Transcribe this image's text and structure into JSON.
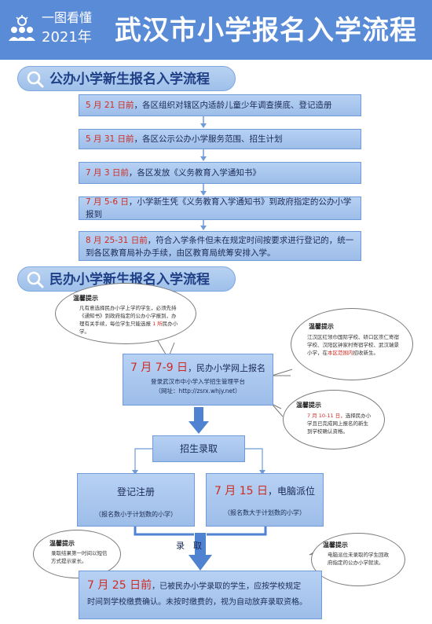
{
  "header": {
    "small": "一图看懂",
    "year": "2021年",
    "title": "武汉市小学报名入学流程",
    "icon": "people-group-icon"
  },
  "public": {
    "section_title": "公办小学新生报名入学流程",
    "steps": [
      {
        "date": "5 月 21 日前",
        "text": "，各区组织对辖区内适龄儿童少年调查摸底、登记造册"
      },
      {
        "date": "5 月 31 日前",
        "text": "，各区公示公办小学服务范围、招生计划"
      },
      {
        "date": "7 月 3 日前",
        "text": "，各区发放《义务教育入学通知书》"
      },
      {
        "date": "7 月 5-6 日",
        "text": "，小学新生凭《义务教育入学通知书》到政府指定的公办小学报到"
      },
      {
        "date": "8 月 25-31 日前",
        "text": "，符合入学条件但未在规定时间按要求进行登记的，统一到各区教育局补办手续，由区教育局统筹安排入学。"
      }
    ]
  },
  "private": {
    "section_title": "民办小学新生报名入学流程",
    "tip1": {
      "title": "温馨提示",
      "text_a": "凡有意选择民办小学上学的学生，必须先持《通知书》到政府指定的公办小学报到，办理有关手续，每位学生只能选报 ",
      "highlight": "1 所",
      "text_b": "民办小学。"
    },
    "tip2": {
      "title": "温馨提示",
      "text_a": "江汉区红领巾国际学校、硚口区崇仁寄宿学校、汉阳区钟家村寄宿学校、武汉瑞景小学，在",
      "highlight": "本区范围内",
      "text_b": "招收新生。"
    },
    "tip3": {
      "title": "温馨提示",
      "highlight": "7 月 10-11 日，",
      "text": "选择民办小学且已完成网上报名的新生到学校确认资格。"
    },
    "tip4": {
      "title": "温馨提示",
      "text": "录取结果第一时间以短信方式提示家长。"
    },
    "tip5": {
      "title": "温馨提示",
      "text": "电脑派位未录取的学生回政府指定的公办小学就读。"
    },
    "online": {
      "date": "7 月 7-9 日",
      "label": "，民办小学网上报名",
      "line2": "登录武汉市中小学入学招生管理平台",
      "line3": "（网址：http://zsrx.whjy.net）"
    },
    "admission": "招生录取",
    "register": {
      "title": "登记注册",
      "note": "（报名数小于计划数的小学）"
    },
    "lottery": {
      "date": "7 月 15 日",
      "title": "，电脑派位",
      "note": "（报名数大于计划数的小学）"
    },
    "admit_label": "录　取",
    "final": {
      "date": "7 月 25 日前",
      "line1": "，已被民办小学录取的学生，应按学校规定",
      "line2": "时间到学校缴费确认。未按时缴费的，视为自动放弃录取资格。"
    }
  }
}
